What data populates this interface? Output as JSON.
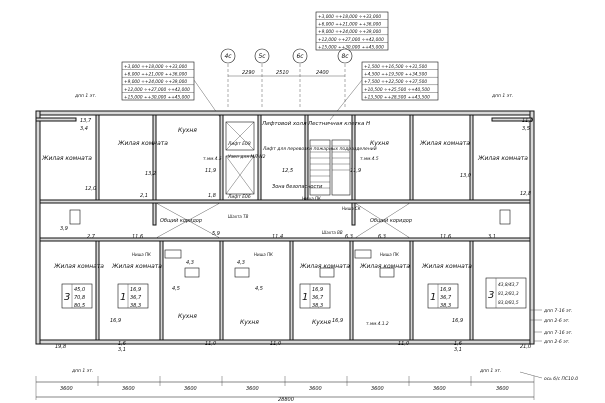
{
  "elev_tables": {
    "top_center": [
      "+3,000 ÷+18,000 ÷+33,000",
      "+6,000 ÷+21,000 ÷+36,000",
      "+9,000 ÷+24,000 ÷+39,000",
      "+12,000 ÷+27,000 ÷+42,000",
      "+15,000 ÷+30,000 ÷+45,000"
    ],
    "left": [
      "+3,000 ÷+18,000 ÷+33,000",
      "+6,000 ÷+21,000 ÷+36,000",
      "+9,000 ÷+24,000 ÷+39,000",
      "+12,000 ÷+27,000 ÷+42,000",
      "+15,000 ÷+30,000 ÷+45,000"
    ],
    "right": [
      "+1,500 ÷+16,500 ÷+31,500",
      "+4,500 ÷+19,500 ÷+34,500",
      "+7,500 ÷+22,500 ÷+37,500",
      "+10,500 ÷+25,500 ÷+40,500",
      "+13,500 ÷+28,500 ÷+43,500"
    ]
  },
  "axes": {
    "a": "4с",
    "b": "5с",
    "c": "6с",
    "d": "8с"
  },
  "top_dims": {
    "d1": "2290",
    "d2": "2510",
    "d3": "2400"
  },
  "bottom_dims": {
    "d1": "3600",
    "d2": "3600",
    "d3": "3600",
    "d4": "3600",
    "d5": "3600",
    "d6": "3600",
    "d7": "3600",
    "d8": "3600",
    "total": "28800"
  },
  "rooms": {
    "living": "Жилая комната",
    "kitchen": "Кухня",
    "lift_hall": "Лифтовой холл",
    "stair": "Лестничная клетка Н",
    "safety_zone": "Зона безопасности",
    "corridor": "Общий коридор",
    "safety_note": "Лифт для перевозки пожарных подразделений",
    "lift_codes": "Узел для МЛ-Н2",
    "lift_code2": "Лифт E08",
    "lift_code3": "Лифт E06"
  },
  "areas": {
    "a_13_7": "13,7",
    "a_3_4": "3,4",
    "a_11_9": "11,9",
    "a_13_2": "13,2",
    "a_12_0": "12,0",
    "a_2_1": "2,1",
    "a_3_9": "3,9",
    "a_2_7": "2,7",
    "a_11_6": "11,6",
    "a_5_9": "5,9",
    "a_12_5": "12,5",
    "a_1_8": "1,8",
    "a_11_4": "11,4",
    "a_4_3": "4,3",
    "a_4_5": "4,5",
    "a_16_9": "16,9",
    "a_19_8": "19,8",
    "a_11_0": "11,0",
    "a_1_6": "1,6",
    "a_3_1": "3,1",
    "a_6_3": "6,3",
    "a_12_8": "12,8",
    "a_13_0": "13,0",
    "a_3_5": "3,5",
    "a_21_0": "21,0"
  },
  "apt_tags": [
    {
      "n": "3",
      "lines": [
        "45,0",
        "70,8",
        "80,5"
      ]
    },
    {
      "n": "1",
      "lines": [
        "16,9",
        "36,7",
        "38,3"
      ]
    },
    {
      "n": "1",
      "lines": [
        "16,9",
        "36,7",
        "38,3"
      ]
    },
    {
      "n": "1",
      "lines": [
        "16,9",
        "36,7",
        "38,3"
      ]
    },
    {
      "n": "3",
      "lines": [
        "43,8/43,7",
        "81,2/81,3",
        "83,0/81,5"
      ]
    }
  ],
  "notes": {
    "dop1": "дпп 1 эт.",
    "dop2": "дпп 1 эт.",
    "dop3": "дпп 1 эт.",
    "dop4": "дпп 1 эт.",
    "r1": "дпп 7-16 эт.",
    "r2": "дпп 2-6 эт.",
    "r3": "дпп 7-16 эт.",
    "r4": "дпп 2-6 эт.",
    "axis_note": "ось б/с ПС10.0",
    "niche_pk": "Ниша ПК",
    "niche_pk2": "Ниша ПК",
    "niche_pk3": "Ниша ПК",
    "niche_pk4": "Ниша ПК",
    "niche_sk": "Ниша СК",
    "shaft_tb": "Шахта ТВ",
    "shaft_vv": "Шахта ВВ",
    "tmp1": "т.мм.4.5",
    "tmp2": "т.мм.4.1.2",
    "tmp3": "т.мм.4.5"
  }
}
